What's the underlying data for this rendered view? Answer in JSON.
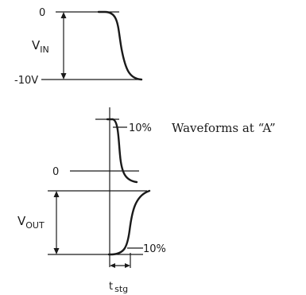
{
  "input": {
    "zero_label": "0",
    "neg_label": "-10V",
    "v_main": "V",
    "v_sub": "IN"
  },
  "output": {
    "ten_top": "10%",
    "caption": "Waveforms at “A”",
    "zero_label": "0",
    "v_main": "V",
    "v_sub": "OUT",
    "ten_bottom": "10%",
    "t_main": "t",
    "t_sub": "stg"
  }
}
